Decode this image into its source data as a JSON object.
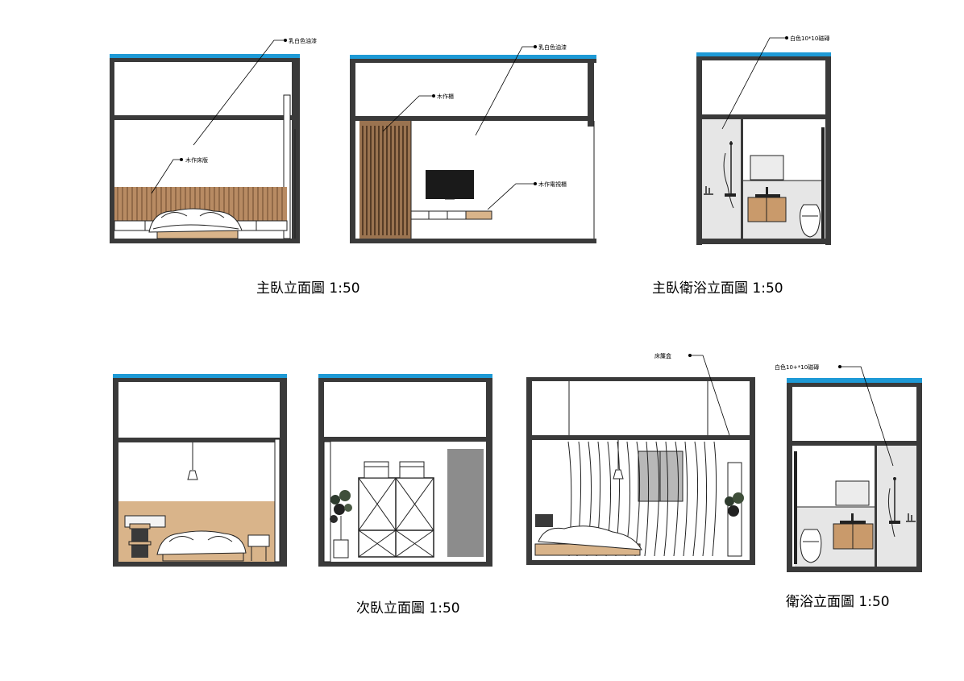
{
  "drawings": [
    {
      "id": "master-bedroom",
      "caption": "主臥立面圖 1:50",
      "annotations": {
        "paint_a": "乳白色油漆",
        "headboard": "木作床版",
        "paint_b": "乳白色油漆",
        "cabinet": "木作櫃",
        "tv_cabinet": "木作電視櫃"
      }
    },
    {
      "id": "master-bathroom",
      "caption": "主臥衛浴立面圖 1:50",
      "annotations": {
        "tile": "白色10*10磁磚"
      }
    },
    {
      "id": "second-bedroom",
      "caption": "次臥立面圖 1:50",
      "annotations": {
        "curtain_box": "床簾盒"
      }
    },
    {
      "id": "bathroom",
      "caption": "衛浴立面圖 1:50",
      "annotations": {
        "tile": "白色10+*10磁磚"
      }
    }
  ],
  "colors": {
    "slab_top": "#1e9ad6",
    "wall": "#3a3a3a",
    "wood": "#d9b48a",
    "wood_slat": "#6b4a2c",
    "tile": "#e6e6e6",
    "door": "#8c8c8c"
  }
}
